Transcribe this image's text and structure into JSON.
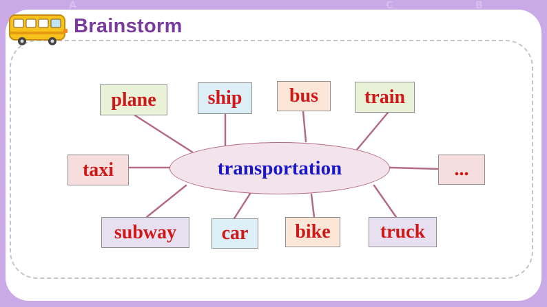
{
  "header": {
    "title": "Brainstorm",
    "icon": "school-bus-icon"
  },
  "center": {
    "label": "transportation"
  },
  "words": {
    "plane": "plane",
    "ship": "ship",
    "bus": "bus",
    "train": "train",
    "taxi": "taxi",
    "more": "...",
    "subway": "subway",
    "car": "car",
    "bike": "bike",
    "truck": "truck"
  },
  "colors": {
    "background": "#c9a9e6",
    "title": "#7a3c9c",
    "center_text": "#1a17c9",
    "word_text": "#d01818",
    "connector": "#b56a84"
  }
}
